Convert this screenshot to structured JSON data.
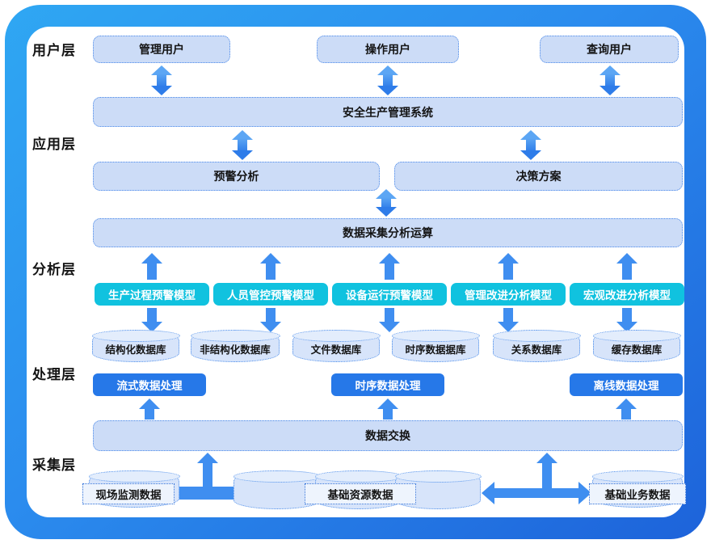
{
  "layers": [
    "用户层",
    "应用层",
    "分析层",
    "处理层",
    "采集层"
  ],
  "users": [
    "管理用户",
    "操作用户",
    "查询用户"
  ],
  "application": {
    "system": "安全生产管理系统",
    "warning_analysis": "预警分析",
    "decision_plan": "决策方案"
  },
  "analysis": {
    "compute": "数据采集分析运算",
    "models": [
      "生产过程预警模型",
      "人员管控预警模型",
      "设备运行预警模型",
      "管理改进分析模型",
      "宏观改进分析模型"
    ]
  },
  "processing": {
    "databases": [
      "结构化数据库",
      "非结构化数据库",
      "文件数据库",
      "时序数据据库",
      "关系数据库",
      "缓存数据库"
    ],
    "engines": [
      "流式数据处理",
      "时序数据处理",
      "离线数据处理"
    ]
  },
  "collection": {
    "exchange": "数据交换",
    "sources": [
      "现场监测数据",
      "基础资源数据",
      "基础业务数据"
    ]
  },
  "colors": {
    "frame_gradient_start": "#2fa7f3",
    "frame_gradient_end": "#1d63da",
    "box_fill": "#ccdcf7",
    "box_border": "#4d8bea",
    "model_cyan": "#10c2df",
    "process_button_blue": "#2678e8",
    "arrow_blue": "#3f8ef0"
  }
}
